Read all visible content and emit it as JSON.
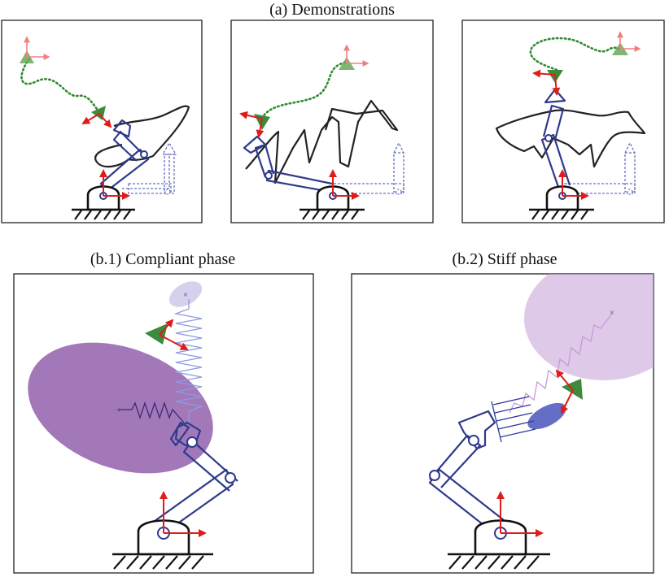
{
  "labels": {
    "demonstrations": "(a) Demonstrations",
    "compliant": "(b.1) Compliant phase",
    "stiff": "(b.2) Stiff phase"
  },
  "colors": {
    "arm": "#2e3a8c",
    "trajectory": "#222222",
    "dotted_path": "#2e8b2e",
    "frame_axes": "#e01b1b",
    "target_marker": "#3c8a3c",
    "stiffness_ellipse": "#8f5aa8",
    "spring": "#5a6cc8"
  },
  "icons": {
    "target": "triangle-frame-icon",
    "base": "robot-base-icon",
    "ground": "hatched-ground-icon"
  }
}
